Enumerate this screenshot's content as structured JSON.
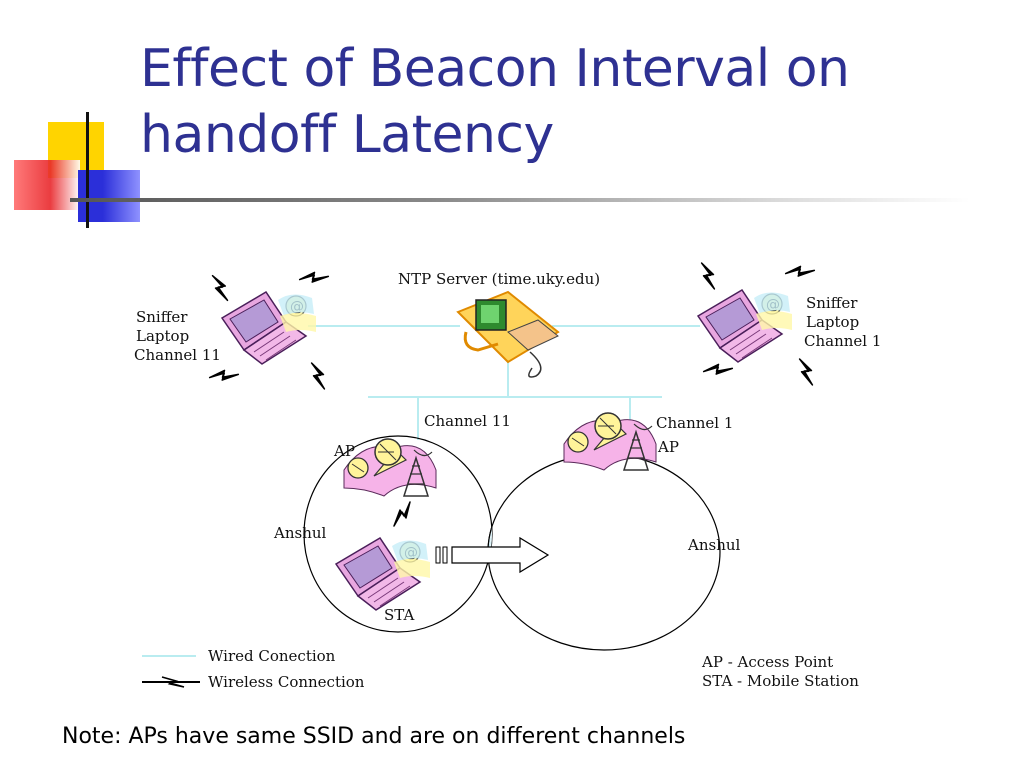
{
  "slide": {
    "title_line1": "Effect of Beacon Interval on",
    "title_line2": "handoff Latency",
    "note": "Note: APs have same SSID and are on different channels"
  },
  "diagram": {
    "ntp_server": "NTP Server (time.uky.edu)",
    "sniffer_left": [
      "Sniffer",
      "Laptop",
      "Channel 11"
    ],
    "sniffer_right": [
      "Sniffer",
      "Laptop",
      "Channel 1"
    ],
    "ap_left": {
      "label": "AP",
      "channel": "Channel 11",
      "cell": "Anshul"
    },
    "ap_right": {
      "label": "AP",
      "channel": "Channel 1",
      "cell": "Anshul"
    },
    "station": "STA",
    "legend": {
      "wired": "Wired Conection",
      "wireless": "Wireless Connection",
      "ap_def": "AP - Access Point",
      "sta_def": "STA - Mobile Station"
    }
  },
  "colors": {
    "title": "#2e3192",
    "wired": "#b9ecf0",
    "accent_yellow": "#ffd400",
    "accent_red": "#e8272b",
    "accent_blue": "#2b2fd9"
  },
  "icons": [
    "laptop-icon",
    "server-computer-icon",
    "antenna-dish-icon",
    "lightning-icon",
    "arrow-icon"
  ]
}
